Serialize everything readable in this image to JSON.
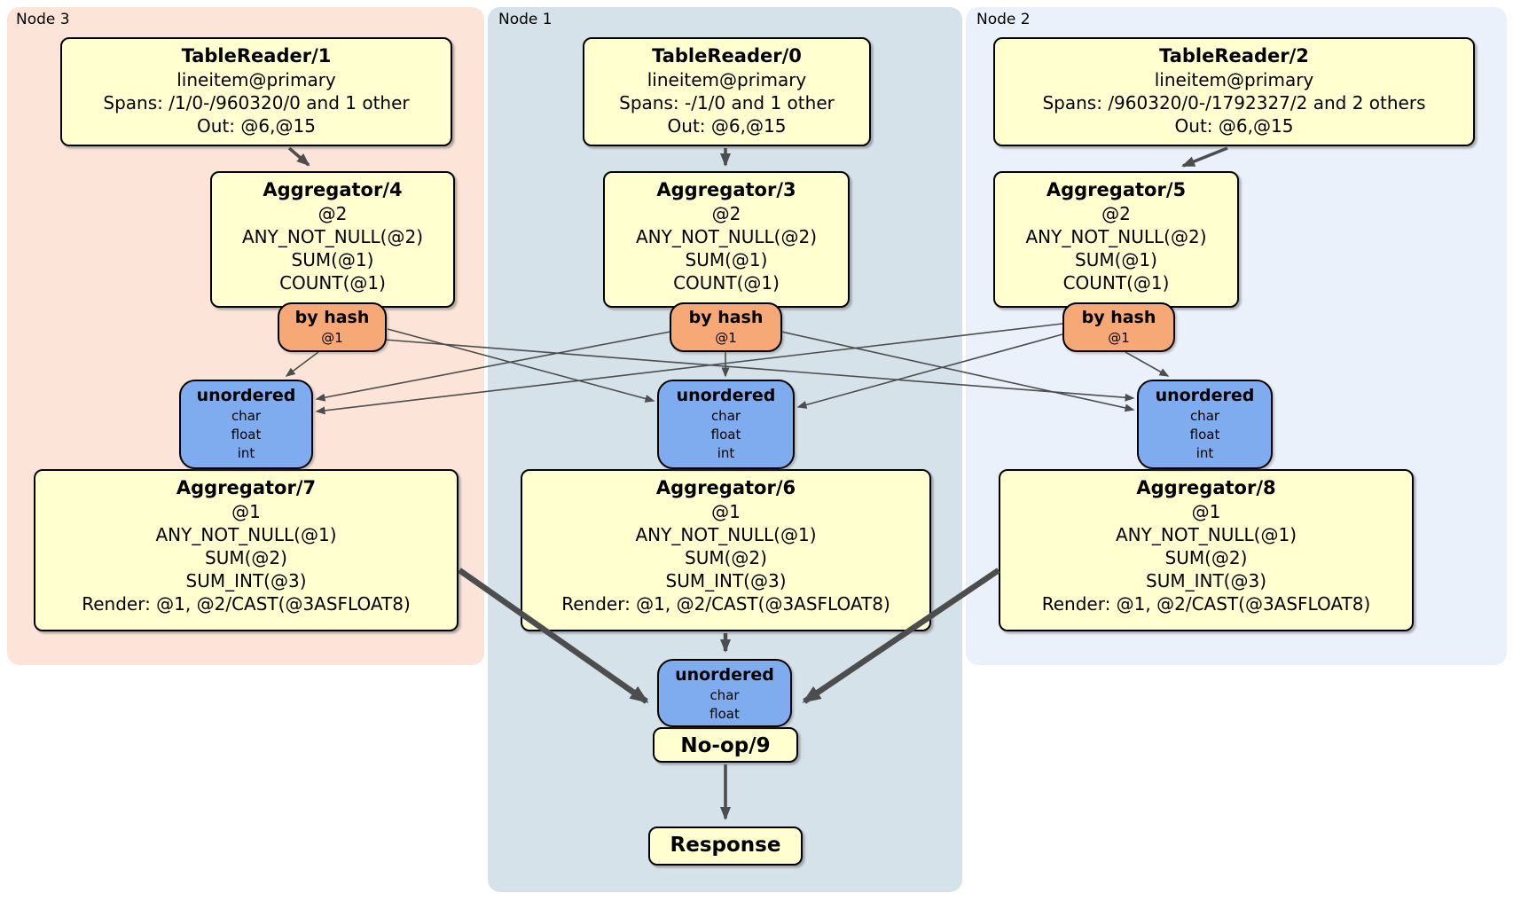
{
  "groups": [
    {
      "label": "Node 3"
    },
    {
      "label": "Node 1"
    },
    {
      "label": "Node 2"
    }
  ],
  "boxes": {
    "tr1": {
      "title": "TableReader/1",
      "lines": [
        "lineitem@primary",
        "Spans: /1/0-/960320/0 and 1 other",
        "Out: @6,@15"
      ]
    },
    "tr0": {
      "title": "TableReader/0",
      "lines": [
        "lineitem@primary",
        "Spans: -/1/0 and 1 other",
        "Out: @6,@15"
      ]
    },
    "tr2": {
      "title": "TableReader/2",
      "lines": [
        "lineitem@primary",
        "Spans: /960320/0-/1792327/2 and 2 others",
        "Out: @6,@15"
      ]
    },
    "agg4": {
      "title": "Aggregator/4",
      "lines": [
        "@2",
        "ANY_NOT_NULL(@2)",
        "SUM(@1)",
        "COUNT(@1)"
      ]
    },
    "agg3": {
      "title": "Aggregator/3",
      "lines": [
        "@2",
        "ANY_NOT_NULL(@2)",
        "SUM(@1)",
        "COUNT(@1)"
      ]
    },
    "agg5": {
      "title": "Aggregator/5",
      "lines": [
        "@2",
        "ANY_NOT_NULL(@2)",
        "SUM(@1)",
        "COUNT(@1)"
      ]
    },
    "agg7": {
      "title": "Aggregator/7",
      "lines": [
        "@1",
        "ANY_NOT_NULL(@1)",
        "SUM(@2)",
        "SUM_INT(@3)",
        "Render: @1, @2/CAST(@3ASFLOAT8)"
      ]
    },
    "agg6": {
      "title": "Aggregator/6",
      "lines": [
        "@1",
        "ANY_NOT_NULL(@1)",
        "SUM(@2)",
        "SUM_INT(@3)",
        "Render: @1, @2/CAST(@3ASFLOAT8)"
      ]
    },
    "agg8": {
      "title": "Aggregator/8",
      "lines": [
        "@1",
        "ANY_NOT_NULL(@1)",
        "SUM(@2)",
        "SUM_INT(@3)",
        "Render: @1, @2/CAST(@3ASFLOAT8)"
      ]
    },
    "noop": {
      "title": "No-op/9"
    },
    "response": {
      "title": "Response"
    }
  },
  "routers": {
    "bh3": {
      "title": "by hash",
      "lines": [
        "@1"
      ]
    },
    "bh1": {
      "title": "by hash",
      "lines": [
        "@1"
      ]
    },
    "bh2": {
      "title": "by hash",
      "lines": [
        "@1"
      ]
    }
  },
  "syncs": {
    "un3": {
      "title": "unordered",
      "lines": [
        "char",
        "float",
        "int"
      ]
    },
    "un1": {
      "title": "unordered",
      "lines": [
        "char",
        "float",
        "int"
      ]
    },
    "un2": {
      "title": "unordered",
      "lines": [
        "char",
        "float",
        "int"
      ]
    },
    "unb": {
      "title": "unordered",
      "lines": [
        "char",
        "float"
      ]
    }
  },
  "colors": {
    "processor_box": "#ffffcf",
    "router": "#f6a876",
    "sync": "#7facee",
    "node3_bg": "#fce5d8",
    "node1_bg": "#d5e2e9",
    "node2_bg": "#ebf1fa",
    "edge": "#4d4d4d"
  }
}
